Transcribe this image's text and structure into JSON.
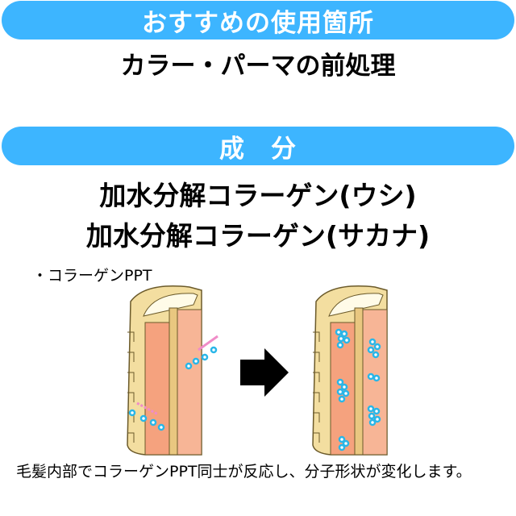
{
  "colors": {
    "banner": "#3db5ff",
    "cortex": "#f5a27e",
    "cuticle": "#f3dea0",
    "molecule": "#29b6e8",
    "arrow": "#000000"
  },
  "usage": {
    "banner_label": "おすすめの使用箇所",
    "value": "カラー・パーマの前処理"
  },
  "ingredients": {
    "banner_label": "成　分",
    "items": [
      "加水分解コラーゲン(ウシ)",
      "加水分解コラーゲン(サカナ)"
    ]
  },
  "illustration": {
    "caption": "・コラーゲンPPT",
    "arrow_icon": "right-arrow-icon"
  },
  "description": "毛髪内部でコラーゲンPPT同士が反応し、分子形状が変化します。"
}
